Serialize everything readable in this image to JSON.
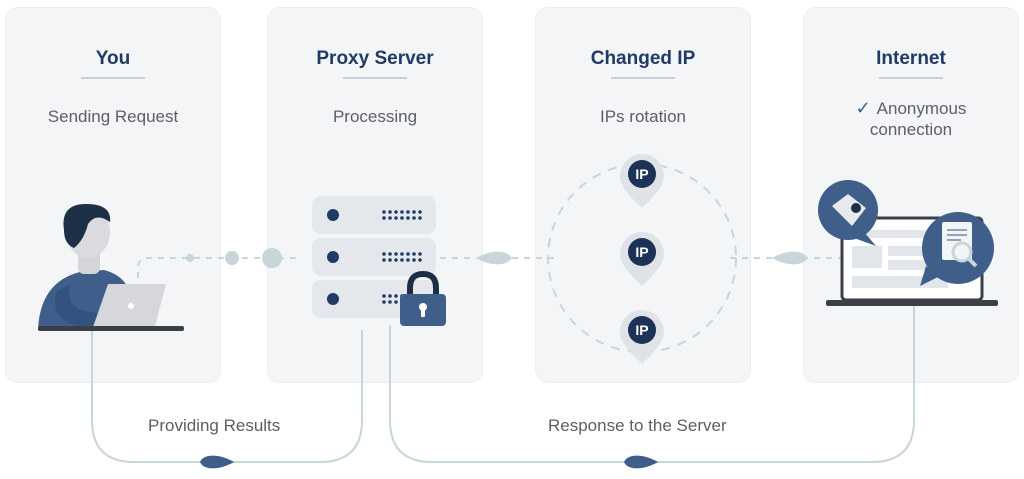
{
  "columns": [
    {
      "title": "You",
      "subtitle": "Sending Request"
    },
    {
      "title": "Proxy Server",
      "subtitle": "Processing"
    },
    {
      "title": "Changed IP",
      "subtitle": "IPs rotation"
    },
    {
      "title": "Internet",
      "subtitle": "Anonymous connection",
      "subtitle_lines": [
        "Anonymous",
        "connection"
      ]
    }
  ],
  "ip_badges": [
    "IP",
    "IP",
    "IP"
  ],
  "flows": {
    "providing_results": "Providing Results",
    "response_to_server": "Response to the Server"
  },
  "colors": {
    "navy": "#1f3b66",
    "steel_blue": "#3f5e8a",
    "connector": "#c8d6da",
    "card_bg": "#f4f5f7"
  }
}
